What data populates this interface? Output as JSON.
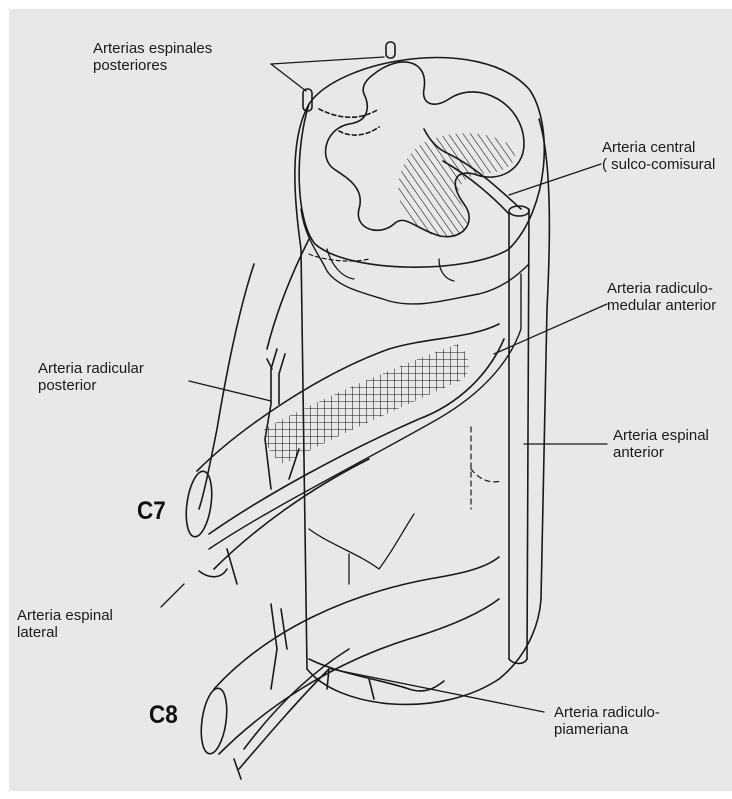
{
  "labels": {
    "posterior_spinal": [
      "Arterias espinales",
      "posteriores"
    ],
    "central": [
      "Arteria central",
      "( sulco-comisural"
    ],
    "radiculo_medullary": [
      "Arteria radiculo-",
      "medular anterior"
    ],
    "radicular_posterior": [
      "Arteria radicular",
      "posterior"
    ],
    "anterior_spinal": [
      "Arteria espinal",
      "anterior"
    ],
    "lateral_spinal": [
      "Arteria espinal",
      "lateral"
    ],
    "radiculo_pial": [
      "Arteria radiculo-",
      "piameriana"
    ]
  },
  "segments": {
    "c7": "C7",
    "c8": "C8"
  },
  "colors": {
    "ink": "#1a1a1a",
    "paper": "#e8e8e6",
    "border": "#ffffff"
  }
}
